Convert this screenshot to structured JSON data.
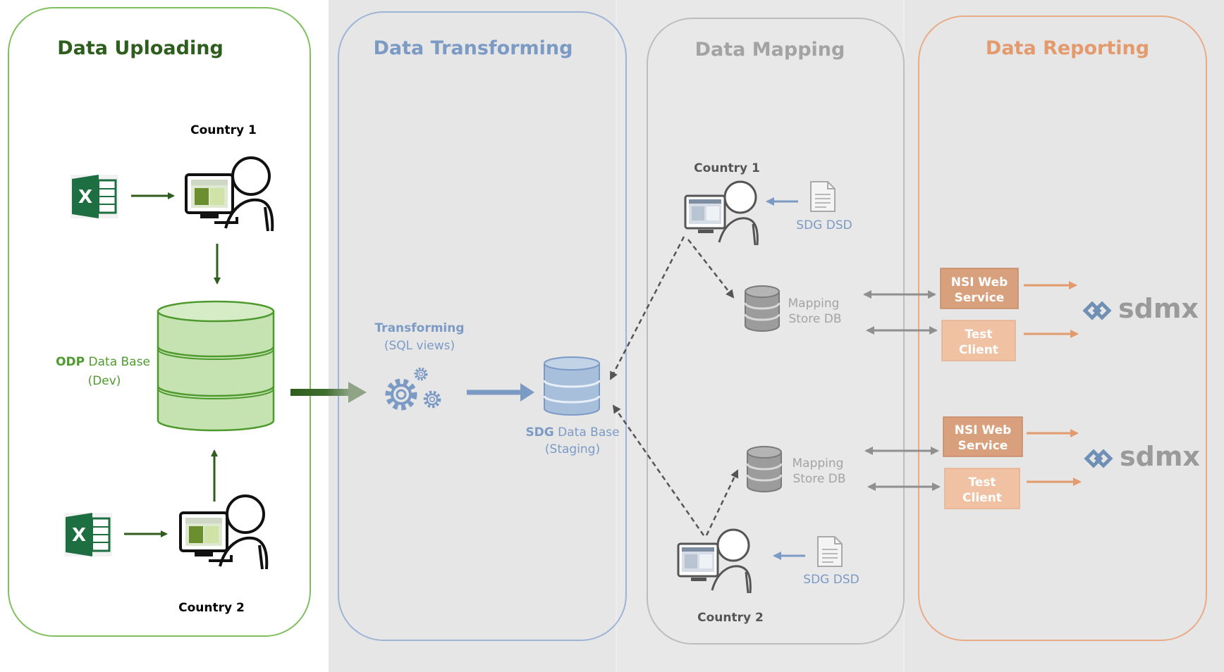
{
  "phases": {
    "upload": {
      "title": "Data Uploading",
      "color": "#2e5e1e"
    },
    "transform": {
      "title": "Data Transforming",
      "color": "#7b9ac4"
    },
    "mapping": {
      "title": "Data Mapping",
      "color": "#a3a3a3"
    },
    "reporting": {
      "title": "Data Reporting",
      "color": "#e39a6c"
    }
  },
  "upload": {
    "country1": "Country 1",
    "country2": "Country 2",
    "db_prefix": "ODP",
    "db_label": "Data Base",
    "db_env": "(Dev)"
  },
  "transform": {
    "label": "Transforming",
    "sublabel": "(SQL views)",
    "db_prefix": "SDG",
    "db_label": "Data Base",
    "db_env": "(Staging)"
  },
  "mapping": {
    "country1": "Country 1",
    "country2": "Country 2",
    "dsd_label": "SDG DSD",
    "store_line1": "Mapping",
    "store_line2": "Store DB"
  },
  "reporting": {
    "nsi_line1": "NSI Web",
    "nsi_line2": "Service",
    "test_line1": "Test",
    "test_line2": "Client",
    "sdmx_logo_text": "sdmx"
  },
  "colors": {
    "excel_green": "#1d6f42",
    "upload_green": "#2e5e1e",
    "db_green_fill": "#c5e3b0",
    "db_green_stroke": "#4f9a2e",
    "transform_blue": "#7b9ac4",
    "panel_gray": "#e6e6e6",
    "orange_dark": "#d9a07d",
    "orange_light": "#f0c2a3"
  }
}
